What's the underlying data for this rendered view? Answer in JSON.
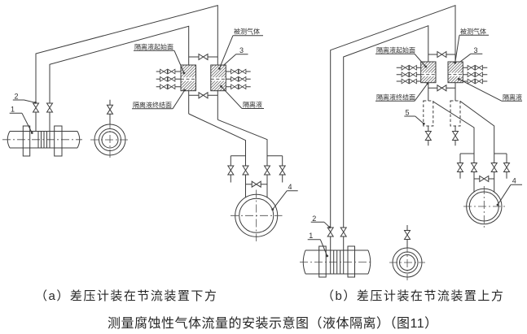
{
  "colors": {
    "line": "#3c3c3c",
    "background": "#ffffff",
    "text": "#262626"
  },
  "captions": {
    "a": "（a）差压计装在节流装置下方",
    "b": "（b）差压计装在节流装置上方",
    "main": "测量腐蚀性气体流量的安装示意图（液体隔离）（图11）"
  },
  "diagram_a": {
    "labels": {
      "measured_gas": "被测气体",
      "isolation_liquid_start": "隔离液起始面",
      "isolation_liquid_end": "隔离液终结面",
      "isolation_liquid": "隔离液",
      "ref1": "1",
      "ref2": "2",
      "ref3": "3",
      "ref4": "4"
    }
  },
  "diagram_b": {
    "labels": {
      "measured_gas": "被测气体",
      "isolation_liquid_start": "隔离液起始面",
      "isolation_liquid_end": "隔离液终结面",
      "isolation_liquid": "隔离液",
      "ref1": "1",
      "ref2": "2",
      "ref3": "3",
      "ref4": "4",
      "ref5": "5"
    }
  }
}
